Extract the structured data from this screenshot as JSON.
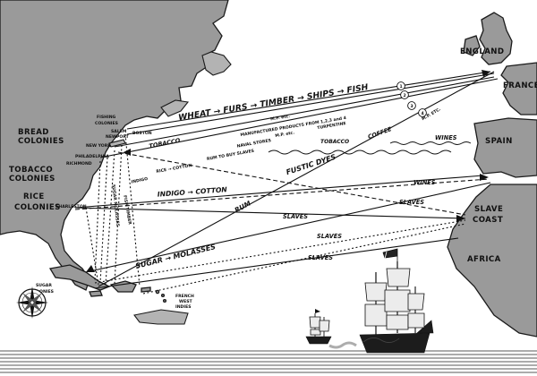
{
  "regions": {
    "england": "ENGLAND",
    "france": "FRANCE",
    "spain": "SPAIN",
    "slave_coast_1": "SLAVE",
    "slave_coast_2": "COAST",
    "africa": "AFRICA",
    "bread_colonies_1": "BREAD",
    "bread_colonies_2": "COLONIES",
    "tobacco_colonies_1": "TOBACCO",
    "tobacco_colonies_2": "COLONIES",
    "rice_colonies_1": "RICE",
    "rice_colonies_2": "COLONIES",
    "fishing_colonies_1": "FISHING",
    "fishing_colonies_2": "COLONIES",
    "sugar_colonies_1": "SUGAR",
    "sugar_colonies_2": "COLONIES",
    "french_west_indies_1": "FRENCH",
    "french_west_indies_2": "WEST",
    "french_west_indies_3": "INDIES"
  },
  "cities": {
    "boston": "BOSTON",
    "salem": "SALEM",
    "newport": "NEWPORT",
    "new_york": "NEW YORK",
    "philadelphia": "PHILADELPHIA",
    "richmond": "RICHMOND",
    "charleston": "CHARLESTON"
  },
  "routes": {
    "top_goods": "WHEAT → FURS → TIMBER → SHIPS → FISH",
    "mp_1": "M.P. etc.",
    "manufactured": "MANUFACTURED PRODUCTS FROM 1,2,3 and 4",
    "turpentine": "TURPENTINE",
    "naval_stores": "NAVAL STORES",
    "mp_2": "M.P. etc.",
    "mp_3": "M.P. ETC.",
    "tobacco_left": "TOBACCO",
    "tobacco_mid": "TOBACCO",
    "coffee": "COFFEE",
    "wines_top": "WINES",
    "rice_cotton": "RICE → COTTON",
    "rum_slaves": "RUM TO BUY SLAVES",
    "indigo_small": "INDIGO",
    "fustic_dyes": "FUSTIC  DYES",
    "wines_mid": "WINES",
    "indigo_cotton": "INDIGO → COTTON",
    "rum": "RUM",
    "slaves_1": "SLAVES",
    "slaves_2": "SLAVES",
    "sugar_molasses": "SUGAR → MOLASSES",
    "slaves_3": "SLAVES",
    "slaves_4": "SLAVES",
    "vertical_1": "SUGAR MOLASSES",
    "vertical_2": "FISH TIMBER",
    "num_1": "1",
    "num_2": "2",
    "num_3": "3",
    "num_4": "4"
  },
  "icons": {
    "compass": "compass-rose-icon",
    "ship_small": "sailing-ship-icon",
    "ship_large": "galleon-icon"
  },
  "colors": {
    "land": "#9a9a9a",
    "ink": "#111111",
    "sea": "#ffffff"
  }
}
